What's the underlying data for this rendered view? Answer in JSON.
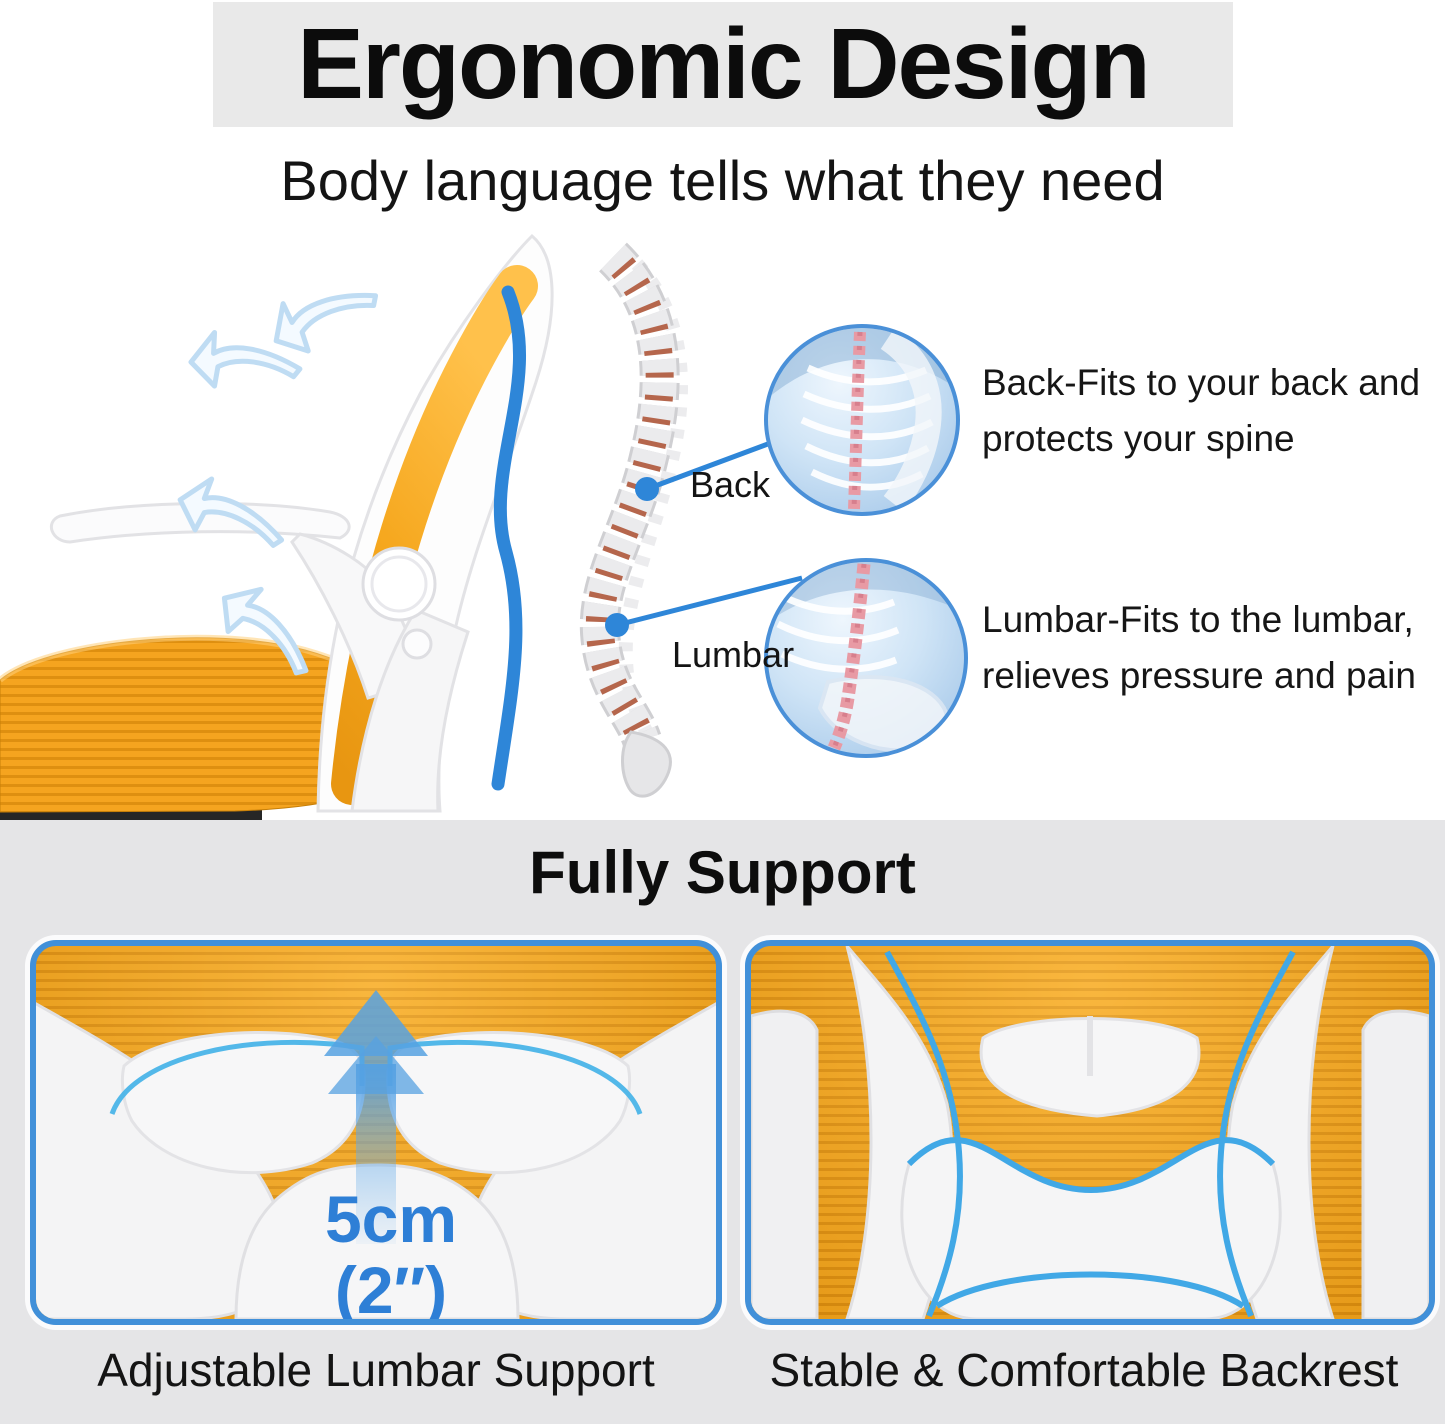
{
  "header": {
    "title": "Ergonomic Design",
    "subtitle": "Body language tells what they need"
  },
  "anatomy": {
    "back_label": "Back",
    "lumbar_label": "Lumbar",
    "back_note": "Back-Fits to your back and protects your spine",
    "lumbar_note": "Lumbar-Fits to the lumbar, relieves pressure and pain"
  },
  "support": {
    "title": "Fully Support",
    "lift_height_cm": "5cm",
    "lift_height_inch": "(2″)",
    "left_caption": "Adjustable Lumbar Support",
    "right_caption": "Stable & Comfortable Backrest"
  },
  "colors": {
    "accent_blue": "#2e86d8",
    "outline_blue": "#45aae8",
    "panel_border_blue": "#4190d9",
    "mesh_orange": "#f5a41f",
    "header_gray": "#e9e9e9",
    "section_gray": "#e5e5e7",
    "text_black": "#111111"
  }
}
